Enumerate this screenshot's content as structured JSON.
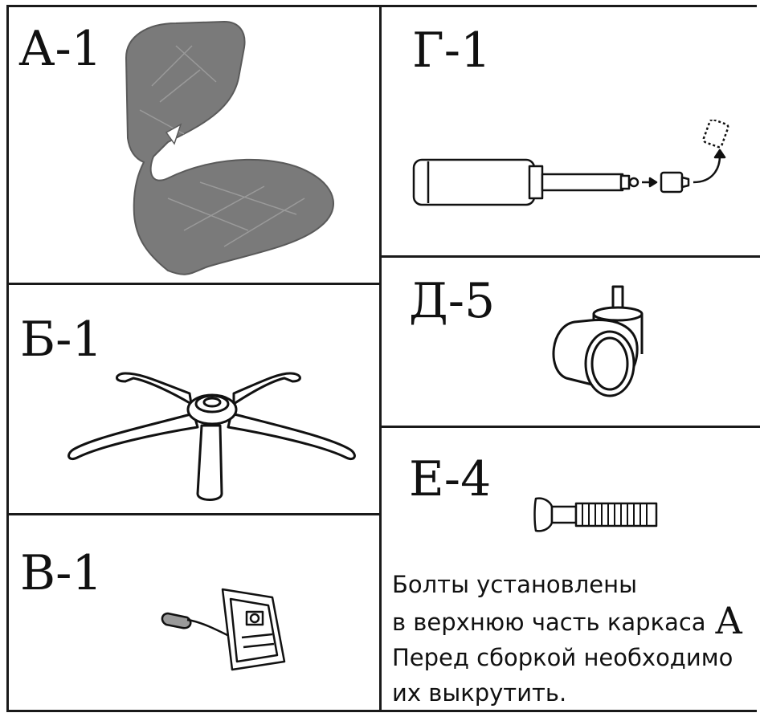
{
  "parts": {
    "a": {
      "code": "А-1",
      "icon": "chair-seat-shell-icon"
    },
    "b": {
      "code": "Б-1",
      "icon": "five-star-base-icon"
    },
    "v": {
      "code": "В-1",
      "icon": "tilt-mechanism-icon"
    },
    "g": {
      "code": "Г-1",
      "icon": "gas-lift-icon"
    },
    "d": {
      "code": "Д-5",
      "icon": "caster-wheel-icon"
    },
    "e": {
      "code": "Е-4",
      "icon": "bolt-icon"
    }
  },
  "note": {
    "line1": "Болты установлены",
    "line2": "в верхнюю часть каркаса",
    "line2_ref": "А",
    "line3": "Перед сборкой необходимо",
    "line4": "их выкрутить."
  },
  "colors": {
    "ink": "#111111",
    "shell": "#7a7a7a",
    "shell_highlight": "#9a9a9a",
    "background": "#ffffff"
  }
}
